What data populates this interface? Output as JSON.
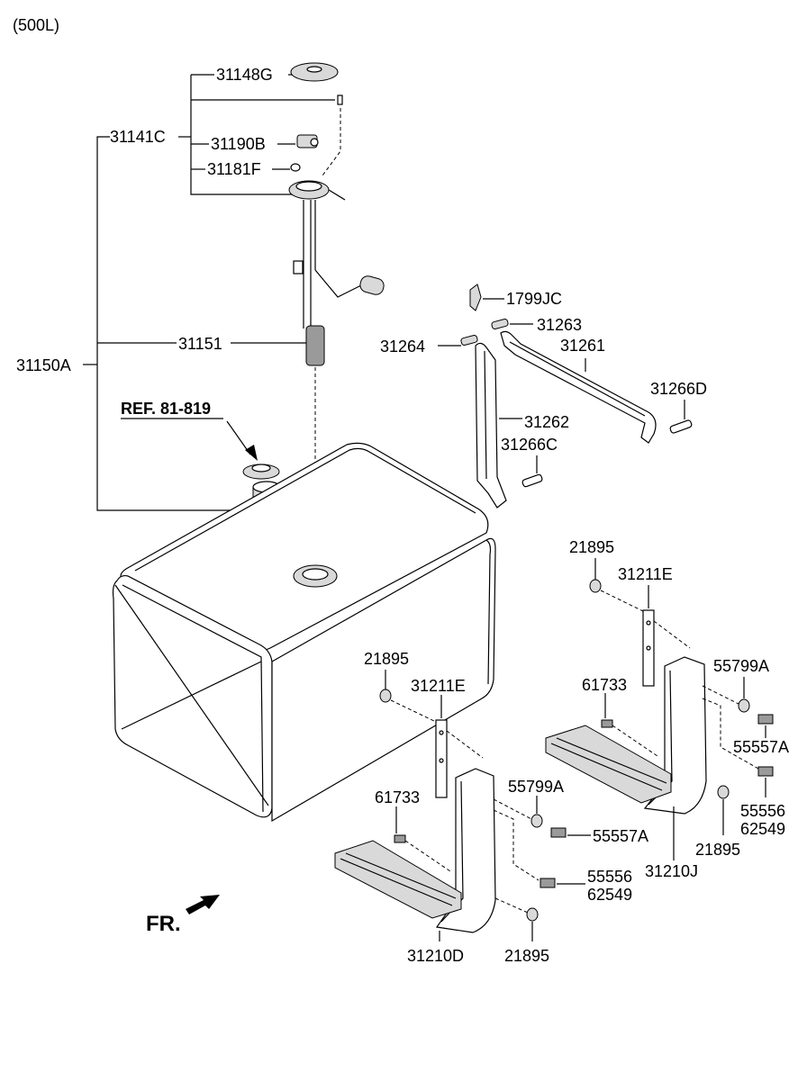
{
  "header": {
    "variant": "(500L)"
  },
  "reference": "REF. 81-819",
  "direction": "FR.",
  "labels": {
    "l31148G": "31148G",
    "l31141C": "31141C",
    "l31190B": "31190B",
    "l31181F": "31181F",
    "l31150A": "31150A",
    "l31151": "31151",
    "l1799JC": "1799JC",
    "l31263": "31263",
    "l31264": "31264",
    "l31261": "31261",
    "l31266D": "31266D",
    "l31262": "31262",
    "l31266C": "31266C",
    "l21895_r_top": "21895",
    "l31211E_r": "31211E",
    "l55799A_r": "55799A",
    "l61733_r": "61733",
    "l55557A_r": "55557A",
    "l55556_r": "55556",
    "l62549_r": "62549",
    "l21895_r_bot": "21895",
    "l31210J": "31210J",
    "l21895_l_top": "21895",
    "l31211E_l": "31211E",
    "l61733_l": "61733",
    "l55799A_l": "55799A",
    "l55557A_l": "55557A",
    "l55556_l": "55556",
    "l62549_l": "62549",
    "l31210D": "31210D",
    "l21895_l_bot": "21895"
  }
}
